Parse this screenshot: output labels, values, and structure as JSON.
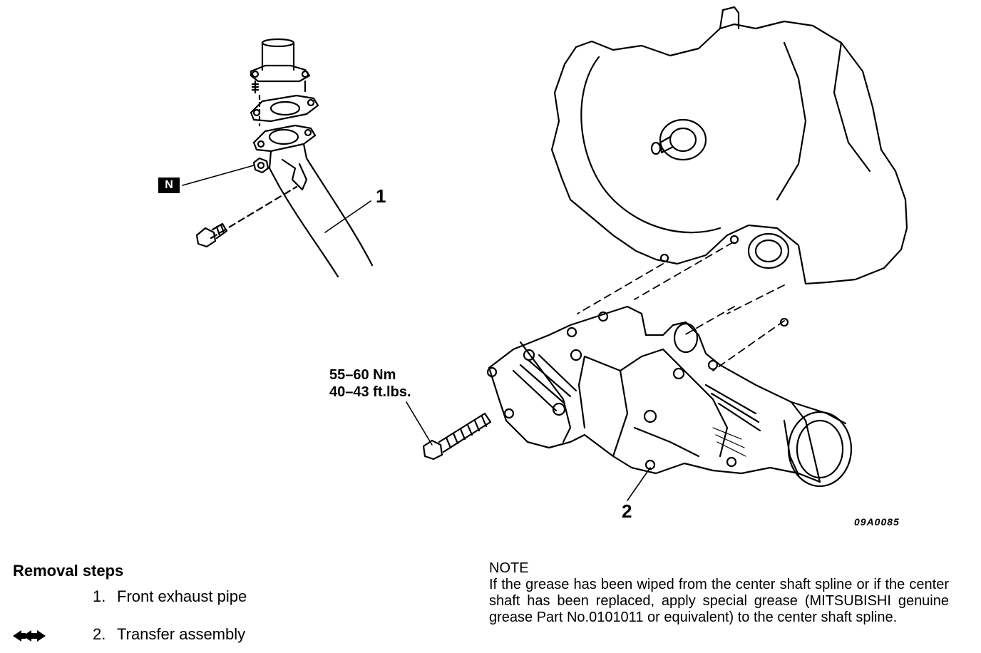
{
  "diagram": {
    "figure_code": "09A0085",
    "callouts": {
      "part_1": "1",
      "part_2": "2",
      "nut_mark": "N"
    },
    "torque": {
      "nm": "55–60  Nm",
      "ftlbs": "40–43  ft.lbs."
    }
  },
  "removal": {
    "title": "Removal steps",
    "steps": [
      {
        "num": "1.",
        "label": "Front exhaust pipe"
      },
      {
        "num": "2.",
        "label": "Transfer assembly"
      }
    ],
    "step2_icon": "double-arrow-icon"
  },
  "note": {
    "heading": "NOTE",
    "body": "If the grease has been wiped from the center shaft spline or if the center shaft has been replaced, apply special grease (MITSUBISHI genuine grease Part No.0101011 or equivalent) to the center shaft spline."
  }
}
